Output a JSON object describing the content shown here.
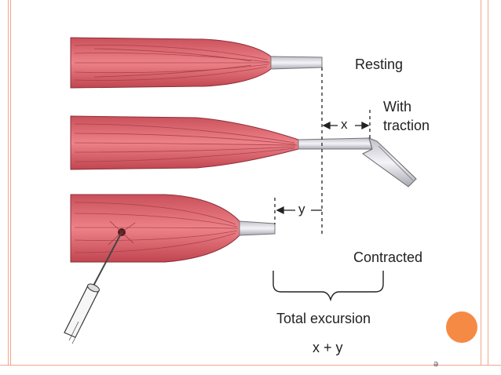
{
  "labels": {
    "resting": "Resting",
    "with": "With",
    "traction": "traction",
    "x_marker": "x",
    "y_marker": "y",
    "contracted": "Contracted",
    "total_excursion": "Total excursion",
    "formula": "x + y",
    "corner_mark": "ə"
  },
  "colors": {
    "muscle": "#e8737a",
    "muscle_dark": "#b8444d",
    "tendon": "#e9e9ee",
    "accent": "#f58a45",
    "frame": "#f2a58c"
  }
}
